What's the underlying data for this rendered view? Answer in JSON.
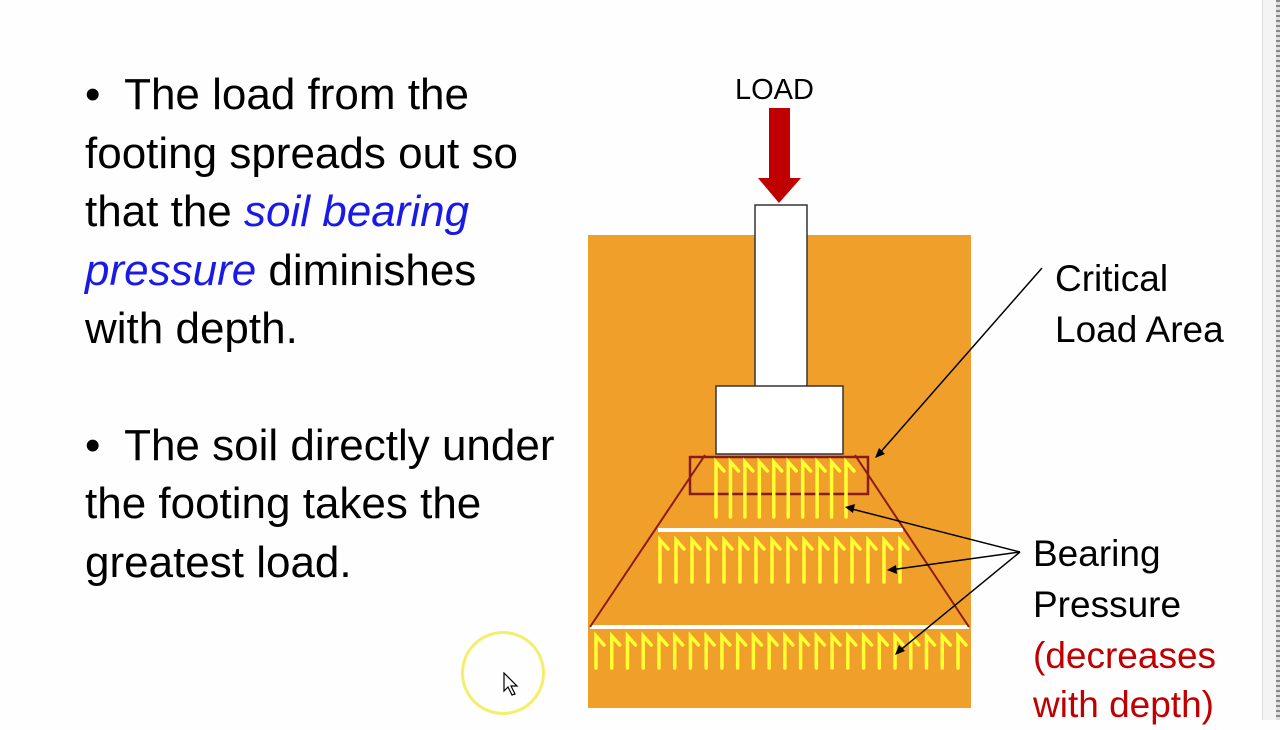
{
  "bullet1": {
    "prefix": "The load from the footing spreads out so that the",
    "emphasis": "soil bearing pressure",
    "suffix": "diminishes with depth."
  },
  "bullet2": {
    "text": "The soil directly under the footing takes the greatest load."
  },
  "diagram": {
    "load_label": "LOAD",
    "critical_line1": "Critical",
    "critical_line2": "Load Area",
    "bearing_line1": "Bearing",
    "bearing_line2": "Pressure",
    "note_line1": "(decreases",
    "note_line2": "with depth)",
    "colors": {
      "soil": "#f0a02a",
      "arrow": "#c00000",
      "pressure": "#ffff33",
      "critical_box": "#8b1a1a",
      "note": "#c00000",
      "emphasis": "#1a1ae6"
    }
  }
}
